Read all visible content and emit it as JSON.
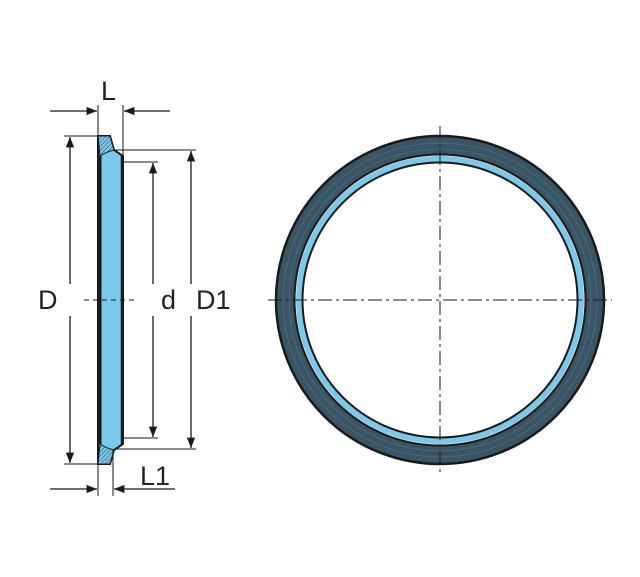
{
  "labels": {
    "L": "L",
    "L1": "L1",
    "D": "D",
    "d": "d",
    "D1": "D1"
  },
  "colors": {
    "seal_blue": "#7cc8ea",
    "ring_dark": "#3a5566",
    "line": "#1a1a1a"
  }
}
